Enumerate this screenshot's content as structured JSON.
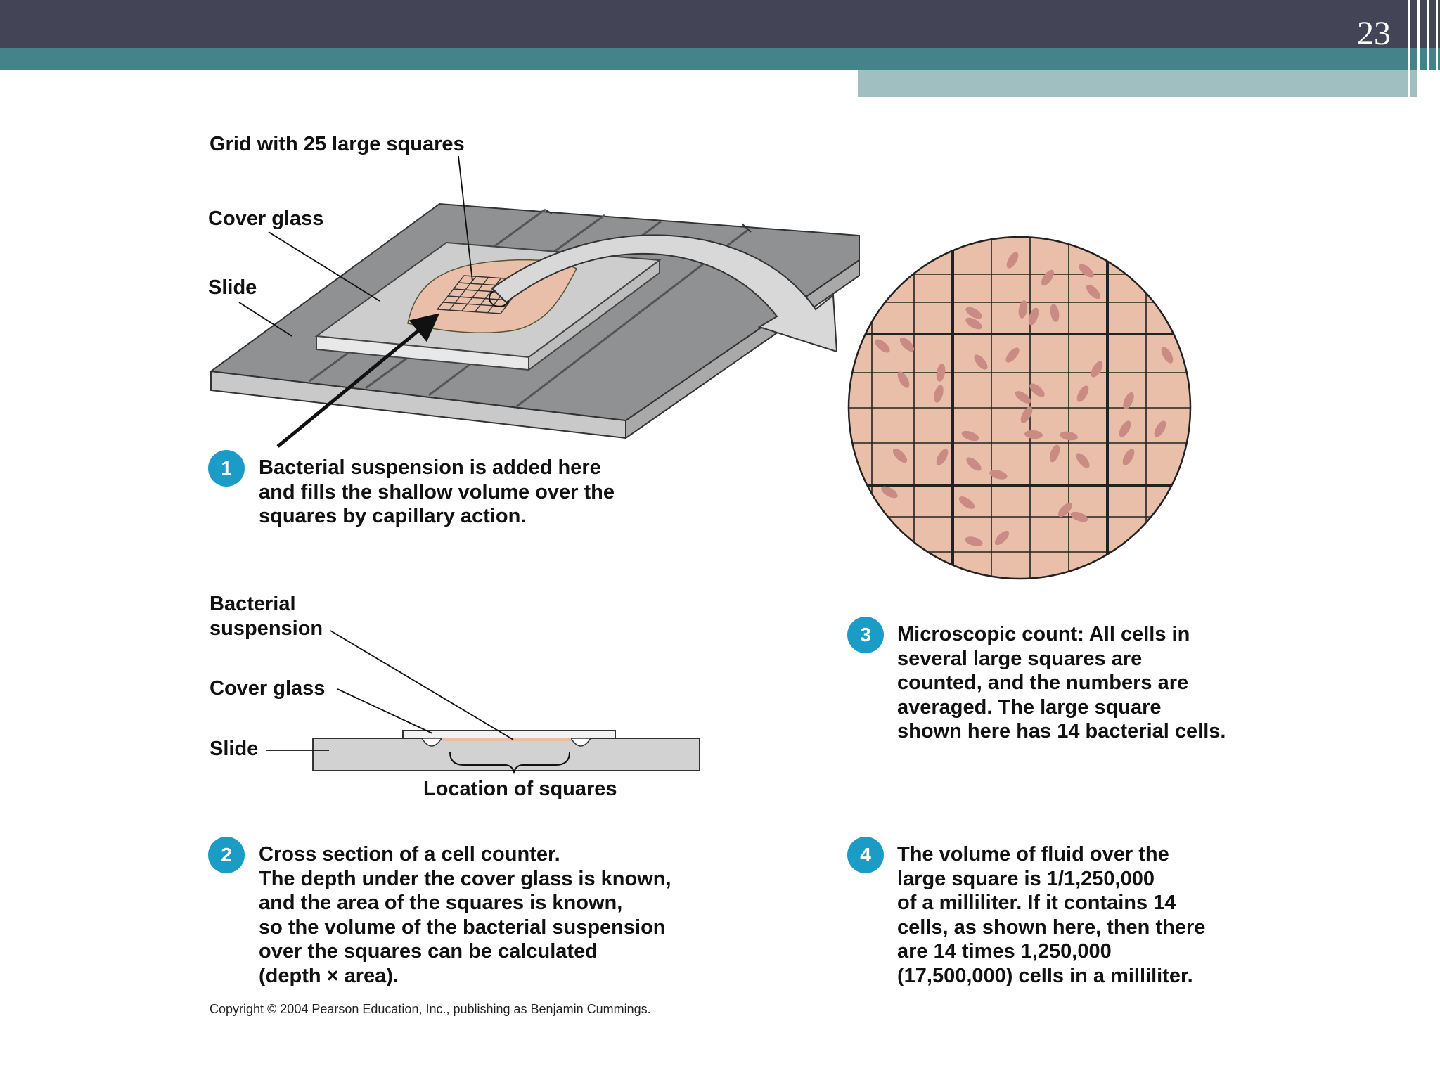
{
  "slide": {
    "page_number": "23",
    "colors": {
      "header_dark": "#434556",
      "header_teal": "#44838a",
      "header_light": "#9fbfc1",
      "badge": "#1b9cc6",
      "suspension": "#eabfaa",
      "slide_gray": "#8f9193",
      "cell_color": "#c98b84"
    }
  },
  "labels": {
    "grid": "Grid with 25 large squares",
    "cover_glass_top": "Cover glass",
    "slide_top": "Slide",
    "bacterial_suspension": [
      "Bacterial",
      "suspension"
    ],
    "cover_glass_cross": "Cover glass",
    "slide_cross": "Slide",
    "location_of_squares": "Location of squares"
  },
  "steps": [
    {
      "number": "1",
      "lines": [
        "Bacterial suspension is added here",
        "and fills the shallow volume over the",
        "squares by capillary action."
      ]
    },
    {
      "number": "2",
      "lines": [
        "Cross section of a cell counter.",
        "The depth under the cover glass is known,",
        "and the area of the squares is known,",
        "so the volume of the bacterial suspension",
        "over the squares can be calculated",
        "(depth × area)."
      ]
    },
    {
      "number": "3",
      "lines": [
        "Microscopic count: All cells in",
        "several large squares are",
        "counted, and the numbers are",
        "averaged.  The large square",
        "shown here has 14 bacterial cells."
      ]
    },
    {
      "number": "4",
      "lines": [
        "The volume of fluid over the",
        "large square is 1/1,250,000",
        "of a milliliter.  If it contains 14",
        "cells, as shown here, then there",
        "are 14 times 1,250,000",
        "(17,500,000) cells in a milliliter."
      ]
    }
  ],
  "copyright": "Copyright © 2004 Pearson Education, Inc., publishing as Benjamin Cummings."
}
